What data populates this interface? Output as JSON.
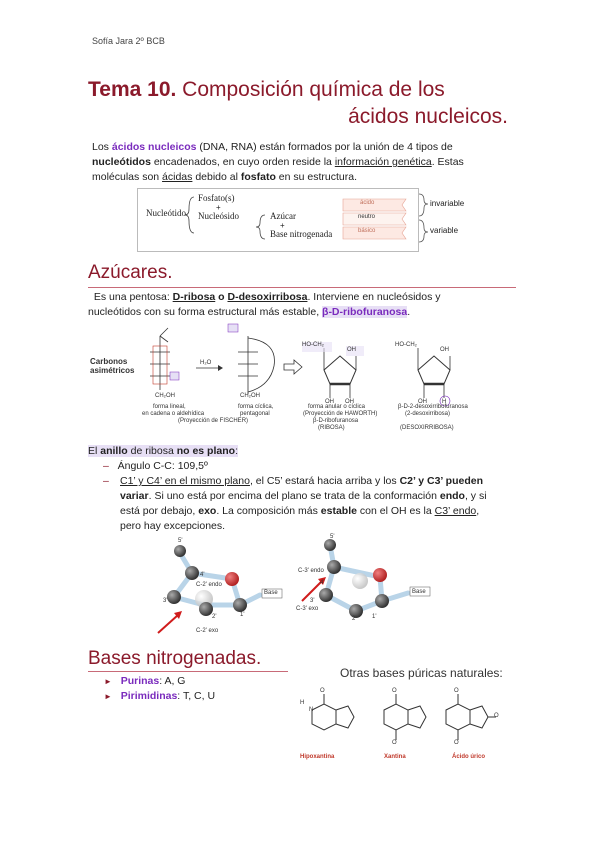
{
  "author": "Sofía Jara 2º BCB",
  "title": {
    "bold": "Tema 10.",
    "rest1": " Composición química de los",
    "line2": "ácidos nucleicos."
  },
  "intro": {
    "p1": "Los ",
    "acidos": "ácidos nucleicos",
    "p2": " (DNA, RNA) están formados por la unión de 4 tipos de",
    "nucleotidos": "nucleótidos",
    "p3": " encadenados, en cuyo orden reside la ",
    "info": "información genética",
    "p4": ". Estas",
    "p5": "moléculas son ",
    "acidas": "ácidas",
    "p6": " debido al ",
    "fosfato": "fosfato",
    "p7": " en su estructura."
  },
  "scheme": {
    "nucleotido": "Nucleótido",
    "fosfato": "Fosfato(s)",
    "plus1": "+",
    "nucleosido": "Nucleósido",
    "azucar": "Azúcar",
    "plus2": "+",
    "base": "Base nitrogenada",
    "acido": "ácido",
    "neutro": "neutro",
    "basico": "básico",
    "invariable": "invariable",
    "variable": "variable"
  },
  "azucares": {
    "heading": "Azúcares.",
    "p1": "Es una pentosa: ",
    "ribosa": "D-ribosa",
    "o": " o ",
    "desoxi": "D-desoxirribosa",
    "p2": ". Interviene en nucleósidos y",
    "p3": "nucleótidos con su forma estructural más estable, ",
    "beta": "β-D-ribofuranosa",
    "p4": "."
  },
  "fig1": {
    "carbonos": "Carbonos",
    "asimetricos": "asimétricos",
    "h2o": "H₂O",
    "fischer_cap1": "forma lineal,",
    "fischer_cap2": "en cadena o aldehídica",
    "fischer_cap3": "(Proyección de FISCHER)",
    "cyclic_cap1": "forma cíclica,",
    "cyclic_cap2": "pentagonal",
    "haworth_cap1": "forma anular o cíclica",
    "haworth_cap2": "(Proyección de HAWORTH)",
    "haworth_cap3": "β-D-ribofuranosa",
    "haworth_cap4": "(RIBOSA)",
    "desoxi_cap1": "β-D-2-desoxirribofuranosa",
    "desoxi_cap2": "(2-desoxirribosa)",
    "desoxi_cap3": "(DESOXIRRIBOSA)",
    "ho_ch2": "HO-CH₂",
    "oh": "OH",
    "h": "H",
    "ch2oh": "CH₂OH",
    "c": "C",
    "o": "O"
  },
  "anillo": {
    "p1": "El ",
    "anillo": "anillo",
    "p2": " de ribosa ",
    "noplano": "no es plano",
    "p3": ":",
    "item1": "Ángulo C-C: 109,5º",
    "item2a": "C1’ y C4’ en el mismo plano",
    "item2b": ", el C5’ estará hacia arriba y los ",
    "item2c": "C2’ y C3’ pueden",
    "item2d": "variar",
    "item2e": ". Si uno está por encima del plano se trata de la conformación ",
    "endo": "endo",
    "item2f": ", y si",
    "item2g": "está por debajo, ",
    "exo": "exo",
    "item2h": ". La composición más ",
    "estable": "estable",
    "item2i": " con el OH es la ",
    "c3endo": "C3’ endo",
    "item2j": ",",
    "item2k": "pero hay excepciones."
  },
  "fig2": {
    "l5": "5'",
    "l4": "4'",
    "l3": "3'",
    "l2": "2'",
    "l1": "1'",
    "c2endo": "C-2' endo",
    "c2exo": "C-2' exo",
    "c3endo": "C-3' endo",
    "c3exo": "C-3' exo",
    "base": "Base"
  },
  "bases": {
    "heading": "Bases nitrogenadas.",
    "purinas": "Purinas",
    "purinas_val": ": A, G",
    "pirimidinas": "Pirimidinas",
    "pirimidinas_val": ": T, C, U",
    "otras": "Otras bases púricas naturales:",
    "hipo": "Hipoxantina",
    "xant": "Xantina",
    "urico": "Ácido úrico",
    "atoms": {
      "h": "H",
      "n": "N",
      "o": "O"
    }
  },
  "colors": {
    "accent": "#8b1a2b",
    "purple": "#7a2bbd",
    "highlight": "#e7dff5"
  }
}
